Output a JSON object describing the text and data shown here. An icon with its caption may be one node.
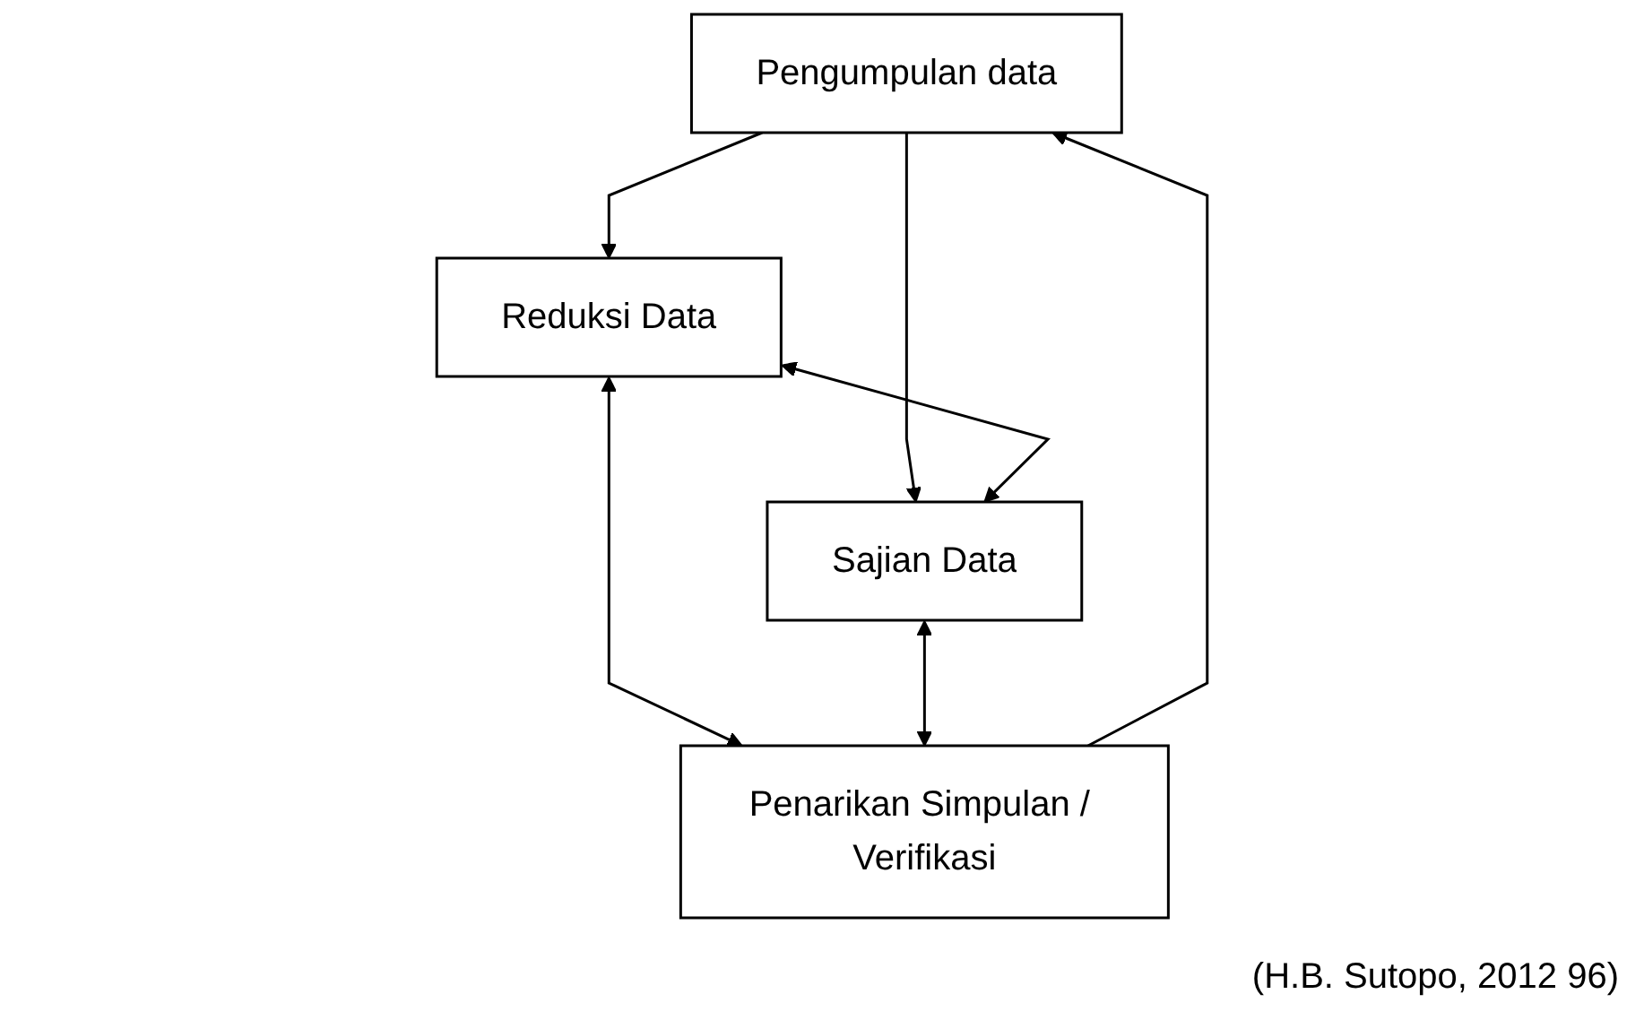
{
  "diagram": {
    "caption": "(H.B. Sutopo, 2012 96)",
    "nodes": [
      {
        "text": [
          "Pengumpulan data"
        ]
      },
      {
        "text": [
          "Reduksi Data"
        ]
      },
      {
        "text": [
          "Sajian Data"
        ]
      },
      {
        "text": [
          "Penarikan Simpulan / Verifikasi"
        ]
      }
    ],
    "edges": [
      {
        "from": 0,
        "to": 1,
        "arrow": "to"
      },
      {
        "from": 0,
        "to": 2,
        "arrow": "to"
      },
      {
        "from": 1,
        "to": 2,
        "arrow": "both"
      },
      {
        "from": 1,
        "to": 3,
        "arrow": "both"
      },
      {
        "from": 2,
        "to": 3,
        "arrow": "both"
      },
      {
        "from": 3,
        "to": 0,
        "arrow": "to"
      }
    ]
  }
}
